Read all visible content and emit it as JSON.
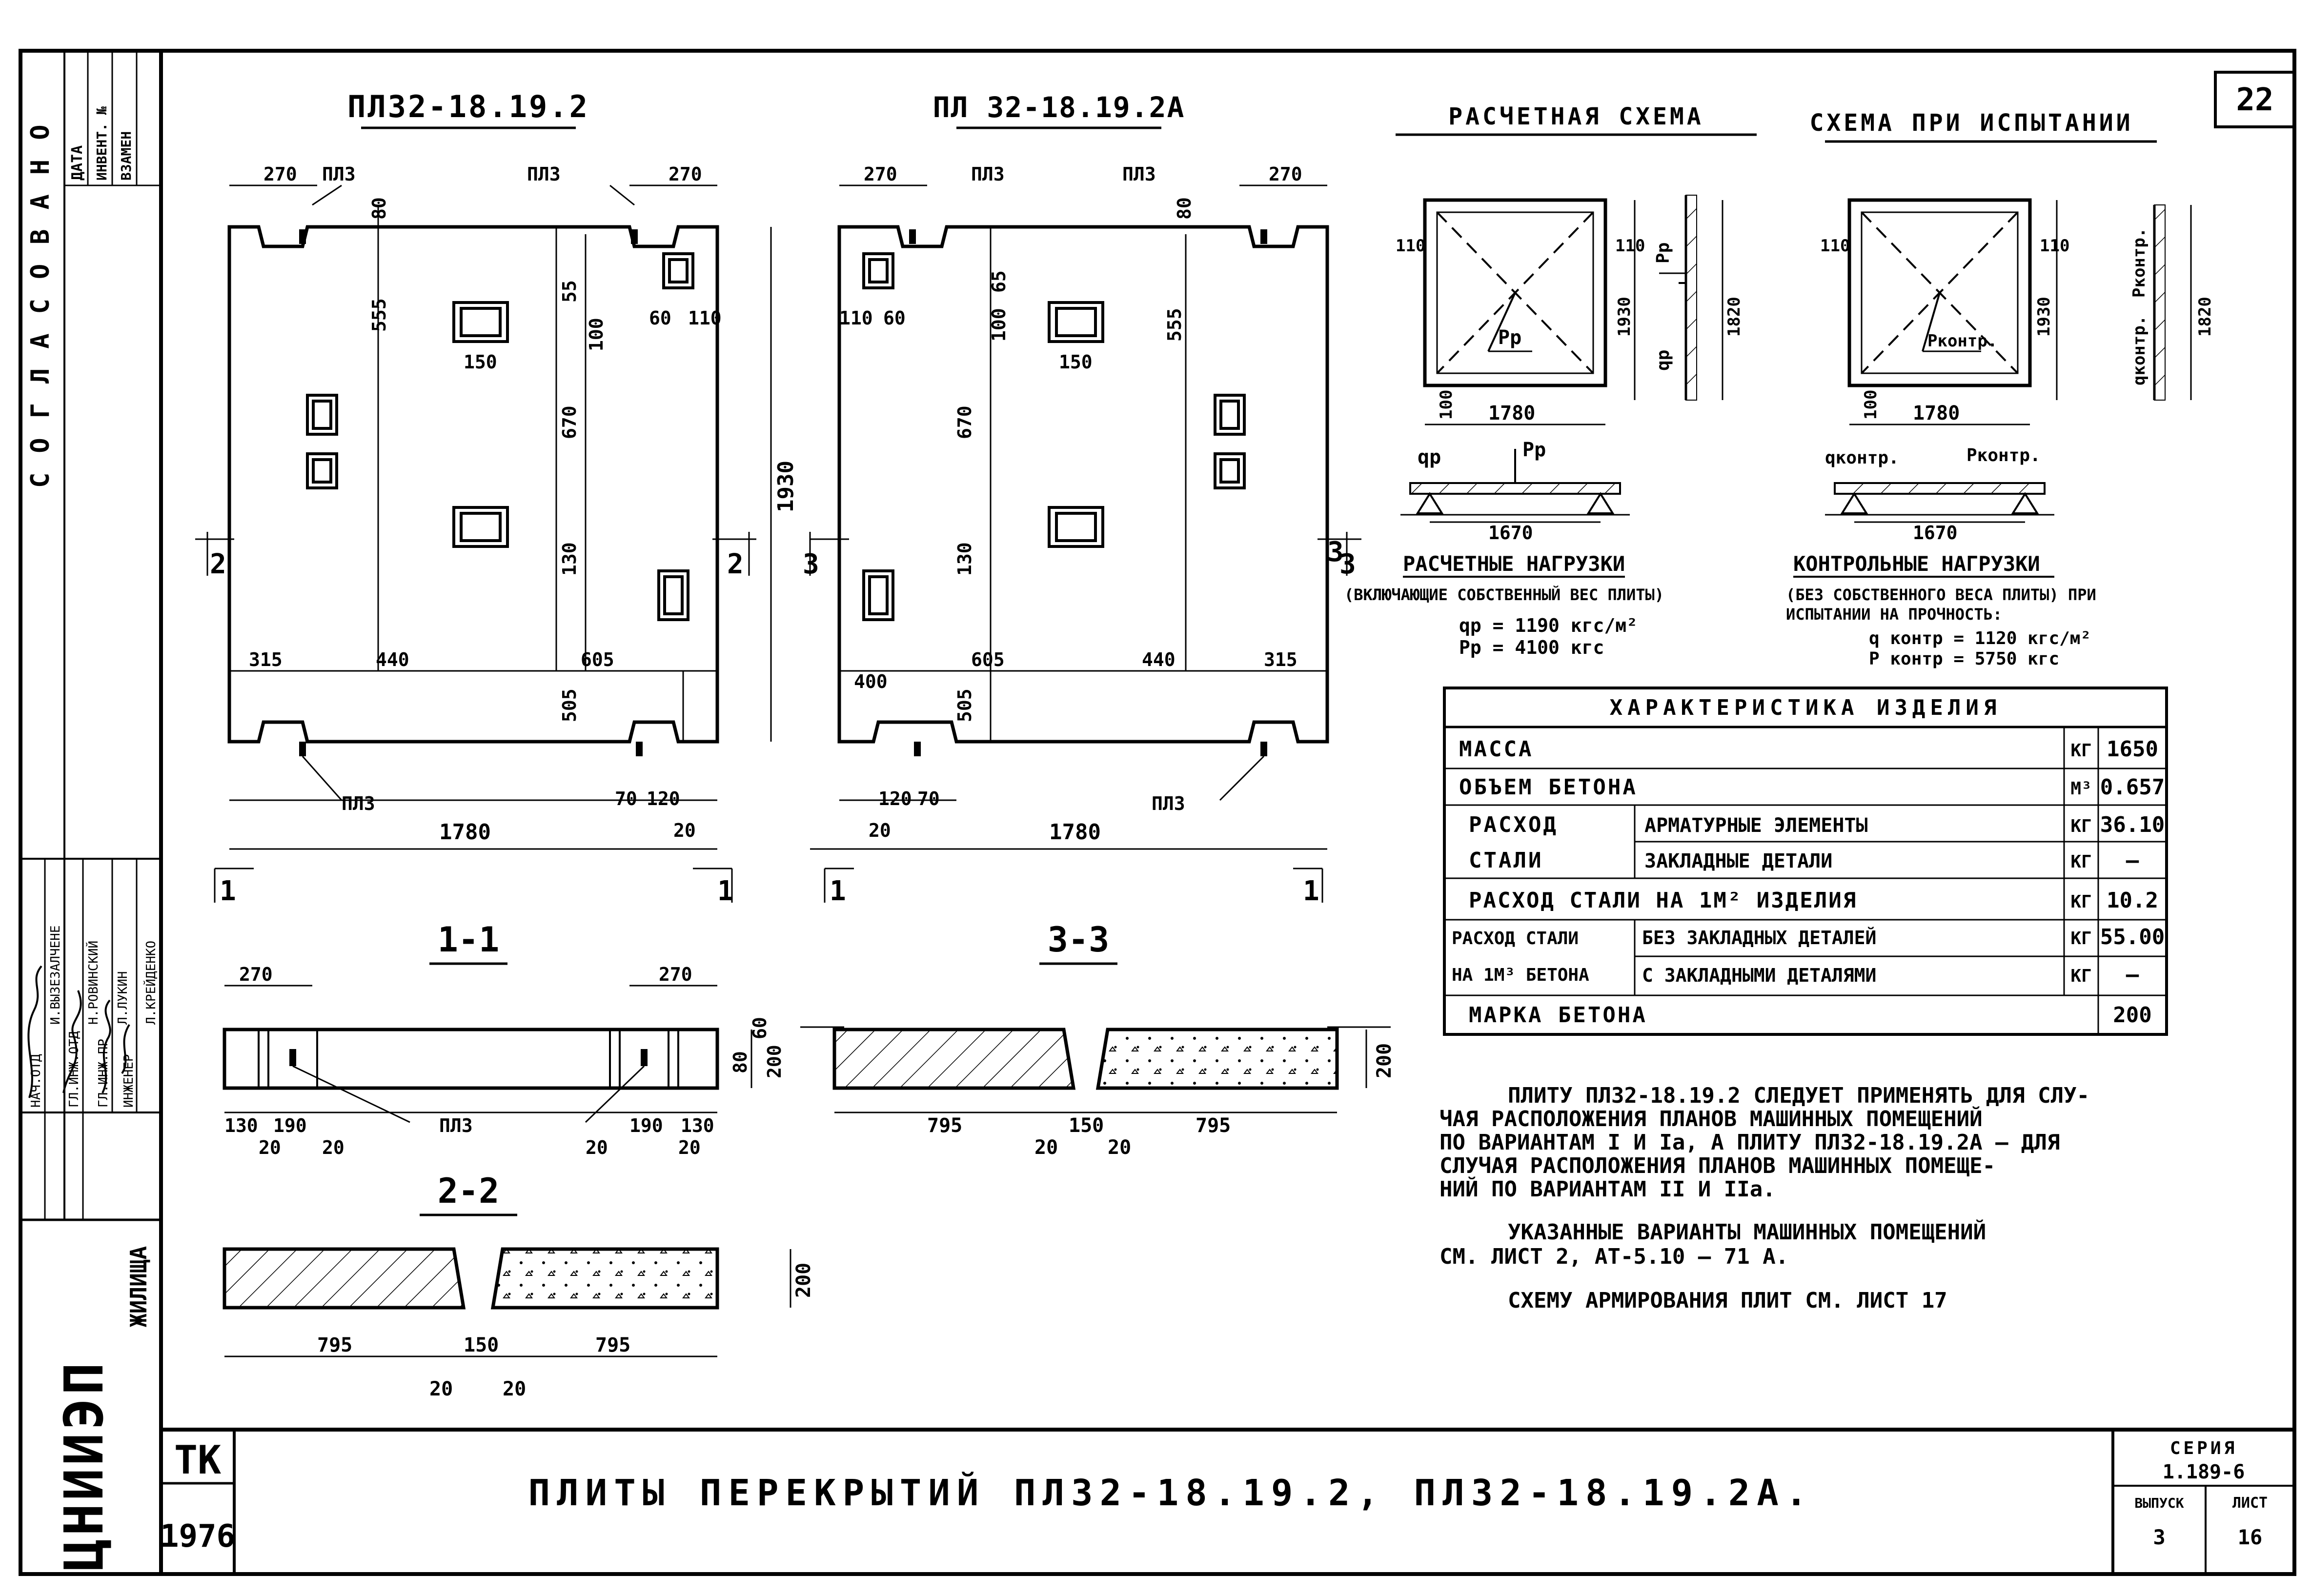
{
  "sheet": {
    "page_number": "22",
    "left_stamp": "СОГЛАСОВАНО",
    "left_headers": [
      "ДАТА",
      "ИНВЕНТ. №",
      "ВЗАМЕН"
    ],
    "signatures": [
      {
        "role": "НАЧ.ОТД",
        "name": "И.ВЫЗЕЗАЛЧЕНЕ"
      },
      {
        "role": "ГЛ.ИНЖ.ОТД",
        "name": "Н.РОВИНСКИЙ"
      },
      {
        "role": "ГЛ.ИНЖ.ПР",
        "name": "Л.ЛУКИН"
      },
      {
        "role": "ИНЖЕНЕР",
        "name": "Л.КРЕЙДЕНКО"
      }
    ],
    "org_logo": "ЦНИИЭП",
    "org_suffix": "ЖИЛИЩА",
    "tk": "ТК",
    "year": "1976",
    "title": "ПЛИТЫ   ПЕРЕКРЫТИЙ   ПЛ32-18.19.2,   ПЛ32-18.19.2А.",
    "series_label": "СЕРИЯ",
    "series_value": "1.189-6",
    "issue_label": "ВЫПУСК",
    "issue_value": "3",
    "sheet_label": "ЛИСТ",
    "sheet_value": "16"
  },
  "views": {
    "plan1_title": "ПЛ32-18.19.2",
    "plan2_title": "ПЛ 32-18.19.2А",
    "calc_title": "РАСЧЕТНАЯ СХЕМА",
    "test_title": "СХЕМА ПРИ ИСПЫТАНИИ",
    "section11": "1-1",
    "section22": "2-2",
    "section33": "3-3"
  },
  "plan1": {
    "dims": {
      "d270a": "270",
      "d270b": "270",
      "pl3a": "ПЛ3",
      "pl3b": "ПЛ3",
      "d80a": "80",
      "d555": "555",
      "d110": "110",
      "d55": "55",
      "d100": "100",
      "d60": "60",
      "d150": "150",
      "d670": "670",
      "d130": "130",
      "d315": "315",
      "d440": "440",
      "d605": "605",
      "d505": "505",
      "d1930": "1930",
      "d1780": "1780",
      "d20": "20",
      "d70": "70",
      "d120": "120"
    },
    "bottom_pl3": "ПЛ3",
    "sec1": "1",
    "sec2": "2"
  },
  "plan2": {
    "dims": {
      "d270a": "270",
      "d270b": "270",
      "pl3a": "ПЛ3",
      "pl3b": "ПЛ3",
      "d80": "80",
      "d110": "110",
      "d60": "60",
      "d100": "100",
      "d65": "65",
      "d555": "555",
      "d150": "150",
      "d670": "670",
      "d130": "130",
      "d605": "605",
      "d440": "440",
      "d315": "315",
      "d400": "400",
      "d505": "505",
      "d1780": "1780",
      "d20": "20",
      "d120": "120",
      "d70": "70"
    },
    "bottom_pl3": "ПЛ3",
    "sec1": "1",
    "sec3": "3"
  },
  "calc": {
    "d110a": "110",
    "d110b": "110",
    "d1930": "1930",
    "d1820": "1820",
    "d100": "100",
    "d1780": "1780",
    "d1670": "1670",
    "pp": "Pр",
    "qp": "qр",
    "loads_title": "РАСЧЕТНЫЕ НАГРУЗКИ",
    "loads_sub": "(ВКЛЮЧАЮЩИЕ СОБСТВЕННЫЙ ВЕС ПЛИТЫ)",
    "q_value": "qр = 1190 кгс/м²",
    "p_value": "Pр = 4100 кгс"
  },
  "test": {
    "d110a": "110",
    "d110b": "110",
    "d1930": "1930",
    "d1820": "1820",
    "d100": "100",
    "d1780": "1780",
    "d1670": "1670",
    "pk": "Pконтр.",
    "qk": "qконтр.",
    "loads_title": "КОНТРОЛЬНЫЕ НАГРУЗКИ",
    "loads_sub1": "(БЕЗ СОБСТВЕННОГО ВЕСА ПЛИТЫ) ПРИ",
    "loads_sub2": "ИСПЫТАНИИ НА ПРОЧНОСТЬ:",
    "q_value": "q контр = 1120 кгс/м²",
    "p_value": "P контр = 5750 кгс"
  },
  "table": {
    "title": "ХАРАКТЕРИСТИКА   ИЗДЕЛИЯ",
    "rows": [
      {
        "label": "МАССА",
        "unit": "КГ",
        "value": "1650"
      },
      {
        "label": "ОБЪЕМ  БЕТОНА",
        "unit": "М³",
        "value": "0.657"
      },
      {
        "group": "РАСХОД",
        "label": "АРМАТУРНЫЕ ЭЛЕМЕНТЫ",
        "unit": "КГ",
        "value": "36.10"
      },
      {
        "group": "СТАЛИ",
        "label": "ЗАКЛАДНЫЕ  ДЕТАЛИ",
        "unit": "КГ",
        "value": "—"
      },
      {
        "label": "РАСХОД  СТАЛИ  НА 1М²  ИЗДЕЛИЯ",
        "unit": "КГ",
        "value": "10.2"
      },
      {
        "group": "РАСХОД СТАЛИ",
        "label": "БЕЗ ЗАКЛАДНЫХ ДЕТАЛЕЙ",
        "unit": "КГ",
        "value": "55.00"
      },
      {
        "group": "НА 1М³ БЕТОНА",
        "label": "С ЗАКЛАДНЫМИ ДЕТАЛЯМИ",
        "unit": "КГ",
        "value": "—"
      },
      {
        "label": "МАРКА  БЕТОНА",
        "unit": "",
        "value": "200"
      }
    ]
  },
  "notes": {
    "p1": [
      "ПЛИТУ  ПЛ32-18.19.2  СЛЕДУЕТ ПРИМЕНЯТЬ ДЛЯ СЛУ-",
      "ЧАЯ  РАСПОЛОЖЕНИЯ  ПЛАНОВ  МАШИННЫХ  ПОМЕЩЕНИЙ",
      "ПО  ВАРИАНТАМ  I И Iа,  А  ПЛИТУ  ПЛ32-18.19.2А — ДЛЯ",
      "СЛУЧАЯ  РАСПОЛОЖЕНИЯ  ПЛАНОВ  МАШИННЫХ  ПОМЕЩЕ-",
      "НИЙ  ПО  ВАРИАНТАМ  II И IIа."
    ],
    "p2": [
      "УКАЗАННЫЕ  ВАРИАНТЫ  МАШИННЫХ  ПОМЕЩЕНИЙ",
      "СМ. ЛИСТ 2,  АТ-5.10 — 71 А."
    ],
    "p3": "СХЕМУ  АРМИРОВАНИЯ  ПЛИТ  СМ.  ЛИСТ 17"
  },
  "sections": {
    "s11": {
      "d270a": "270",
      "d270b": "270",
      "d60": "60",
      "d80": "80",
      "d200": "200",
      "d130a": "130",
      "d190a": "190",
      "d190b": "190",
      "d130b": "130",
      "d20": "20",
      "pl3": "ПЛ3"
    },
    "s33": {
      "d795a": "795",
      "d150": "150",
      "d795b": "795",
      "d20": "20",
      "d200": "200"
    },
    "s22": {
      "d795a": "795",
      "d150": "150",
      "d795b": "795",
      "d20": "20",
      "d200": "200"
    }
  }
}
